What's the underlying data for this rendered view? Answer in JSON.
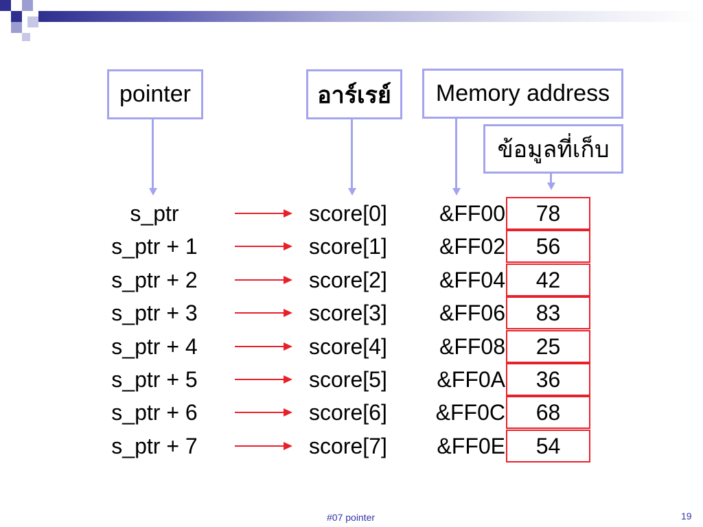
{
  "labels": {
    "pointer": "pointer",
    "array": "อาร์เรย์",
    "memory_address": "Memory address",
    "stored_data": "ข้อมูลที่เก็บ"
  },
  "rows": [
    {
      "pointer": "s_ptr",
      "element": "score[0]",
      "address": "&FF00",
      "value": "78"
    },
    {
      "pointer": "s_ptr + 1",
      "element": "score[1]",
      "address": "&FF02",
      "value": "56"
    },
    {
      "pointer": "s_ptr + 2",
      "element": "score[2]",
      "address": "&FF04",
      "value": "42"
    },
    {
      "pointer": "s_ptr + 3",
      "element": "score[3]",
      "address": "&FF06",
      "value": "83"
    },
    {
      "pointer": "s_ptr + 4",
      "element": "score[4]",
      "address": "&FF08",
      "value": "25"
    },
    {
      "pointer": "s_ptr + 5",
      "element": "score[5]",
      "address": "&FF0A",
      "value": "36"
    },
    {
      "pointer": "s_ptr + 6",
      "element": "score[6]",
      "address": "&FF0C",
      "value": "68"
    },
    {
      "pointer": "s_ptr + 7",
      "element": "score[7]",
      "address": "&FF0E",
      "value": "54"
    }
  ],
  "footer": {
    "title": "#07 pointer",
    "page_number": "19"
  },
  "colors": {
    "box_border": "#a4a4ee",
    "arrow": "#e8202a",
    "header_dark": "#2e2f8f"
  }
}
